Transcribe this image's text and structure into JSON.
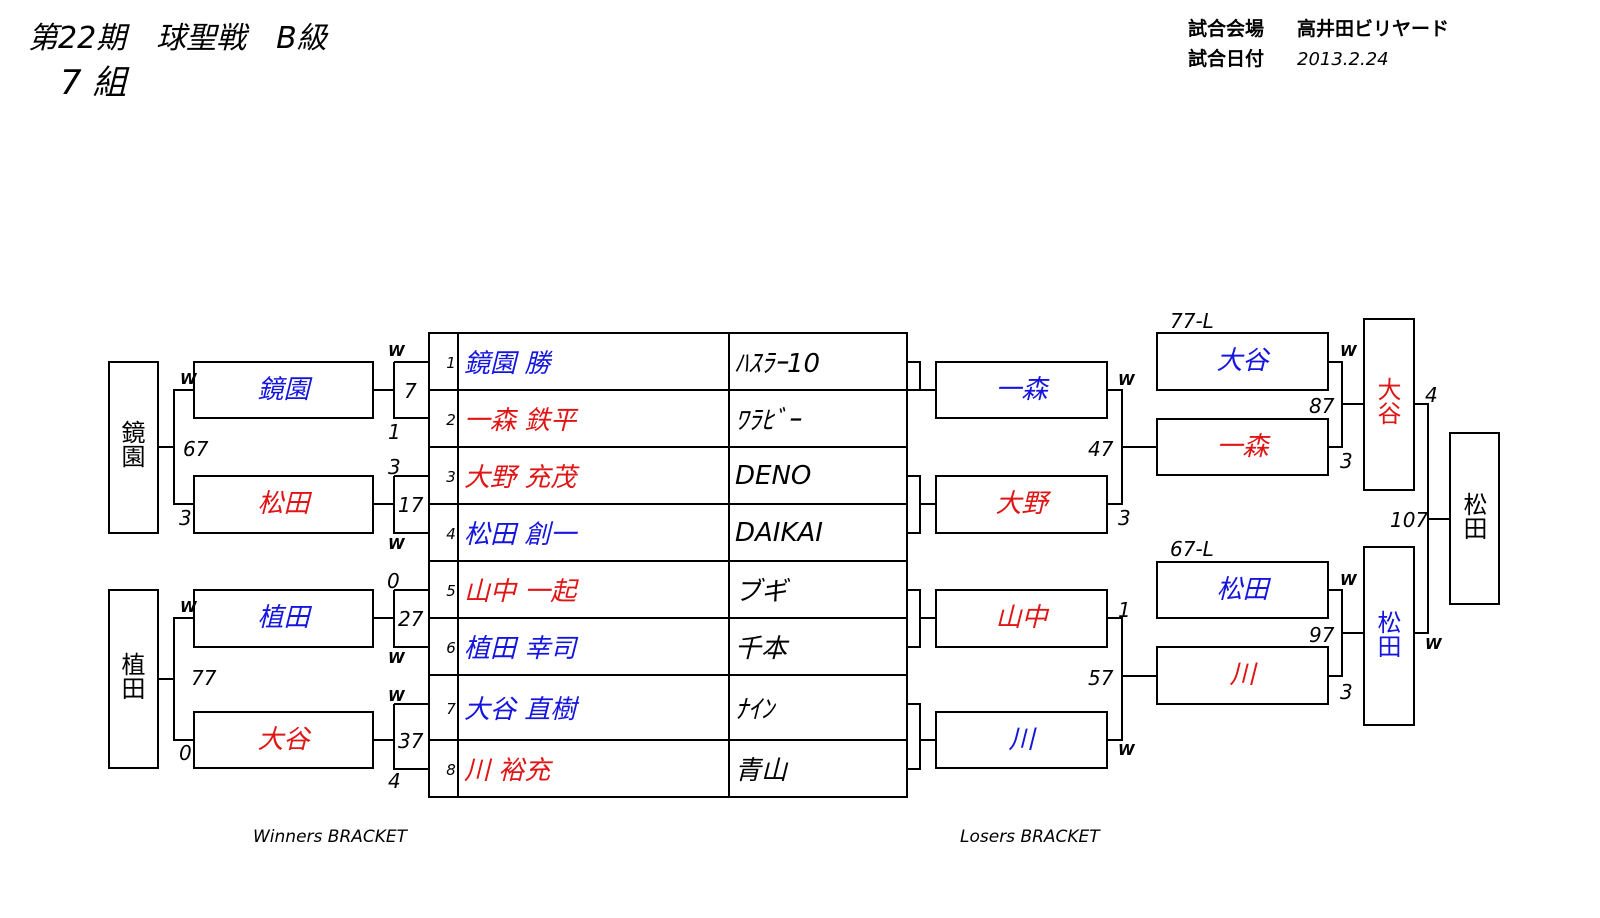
{
  "header": {
    "title": "第22期　球聖戦　B級",
    "group": "7 組",
    "venue_label": "試合会場",
    "venue": "高井田ビリヤード",
    "date_label": "試合日付",
    "date": "2013.2.24"
  },
  "players": [
    {
      "no": "1",
      "name": "鏡園 勝",
      "team": "ﾊｽﾗｰ10",
      "color": "#1515e0"
    },
    {
      "no": "2",
      "name": "一森 鉄平",
      "team": "ﾜﾗﾋﾞｰ",
      "color": "#e01515"
    },
    {
      "no": "3",
      "name": "大野 充茂",
      "team": "DENO",
      "color": "#e01515"
    },
    {
      "no": "4",
      "name": "松田 創一",
      "team": "DAIKAI",
      "color": "#1515e0"
    },
    {
      "no": "5",
      "name": "山中 一起",
      "team": "ブギ",
      "color": "#e01515"
    },
    {
      "no": "6",
      "name": "植田 幸司",
      "team": "千本",
      "color": "#1515e0"
    },
    {
      "no": "7",
      "name": "大谷 直樹",
      "team": "ﾅｲﾝ",
      "color": "#1515e0"
    },
    {
      "no": "8",
      "name": "川 裕充",
      "team": "青山",
      "color": "#e01515"
    }
  ],
  "winners": {
    "label": "Winners BRACKET",
    "match_nums": [
      "7",
      "17",
      "27",
      "37"
    ],
    "r1_marks": [
      "W",
      "1",
      "3",
      "W",
      "0",
      "W",
      "W",
      "4"
    ],
    "r1_winners": [
      "鏡園",
      "松田",
      "植田",
      "大谷"
    ],
    "r2_scores": [
      "67",
      "3",
      "77",
      "0"
    ],
    "r2_marks": [
      "W",
      "W"
    ],
    "finalists": [
      "鏡園",
      "植田"
    ]
  },
  "losers": {
    "label": "Losers BRACKET",
    "r1_names": [
      "一森",
      "大野",
      "山中",
      "川"
    ],
    "r1_marks": [
      "W",
      "3",
      "1",
      "W"
    ],
    "r1_match_nums": [
      "47",
      "57"
    ],
    "r2_tags": [
      "77-L",
      "67-L"
    ],
    "r2_names": [
      "大谷",
      "一森",
      "松田",
      "川"
    ],
    "r2_marks": [
      "W",
      "3",
      "W",
      "3"
    ],
    "r2_match_nums": [
      "87",
      "97"
    ],
    "semis": [
      "大谷",
      "松田"
    ],
    "final_marks": [
      "4",
      "W"
    ],
    "final_match_num": "107",
    "final_winner": "松田"
  },
  "colors": {
    "blue": "#1515e0",
    "red": "#e01515",
    "line": "#000000"
  }
}
